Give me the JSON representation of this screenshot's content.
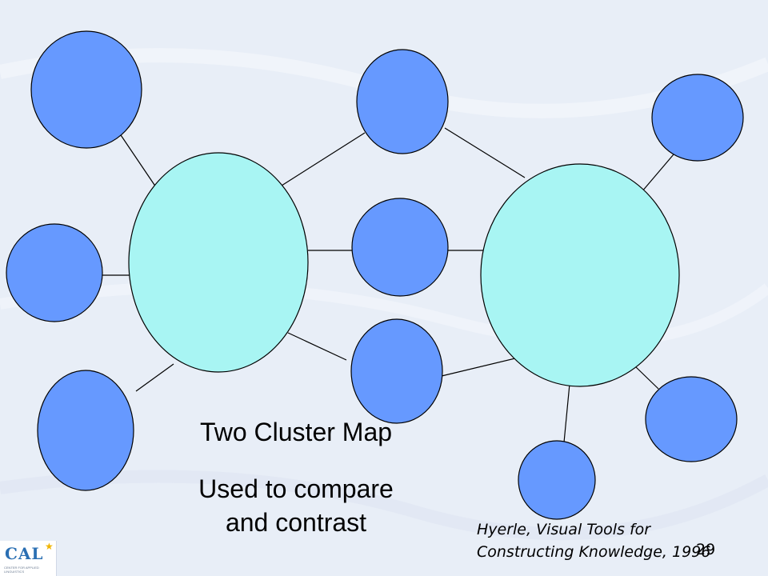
{
  "caption": {
    "title": "Two Cluster Map",
    "subtitle_line1": "Used to compare",
    "subtitle_line2": "and contrast"
  },
  "citation": {
    "line1": "Hyerle, Visual Tools for",
    "line2": "Constructing Knowledge, 1996"
  },
  "page_number": "29",
  "logo": {
    "text": "CAL",
    "tagline": "CENTER FOR APPLIED LINGUISTICS"
  },
  "colors": {
    "hub_fill": "#a8f5f3",
    "node_fill": "#6699ff",
    "stroke": "#000000",
    "background": "#e8eef7"
  },
  "diagram": {
    "hubs": [
      {
        "id": "left-hub"
      },
      {
        "id": "right-hub"
      }
    ],
    "nodes": [
      {
        "id": "left-top",
        "connects": [
          "left-hub"
        ]
      },
      {
        "id": "left-middle",
        "connects": [
          "left-hub"
        ]
      },
      {
        "id": "left-bottom",
        "connects": [
          "left-hub"
        ]
      },
      {
        "id": "shared-top",
        "connects": [
          "left-hub",
          "right-hub"
        ]
      },
      {
        "id": "shared-middle",
        "connects": [
          "left-hub",
          "right-hub"
        ]
      },
      {
        "id": "shared-bottom",
        "connects": [
          "left-hub",
          "right-hub"
        ]
      },
      {
        "id": "right-top",
        "connects": [
          "right-hub"
        ]
      },
      {
        "id": "right-bottom-right",
        "connects": [
          "right-hub"
        ]
      },
      {
        "id": "right-bottom",
        "connects": [
          "right-hub"
        ]
      }
    ]
  }
}
